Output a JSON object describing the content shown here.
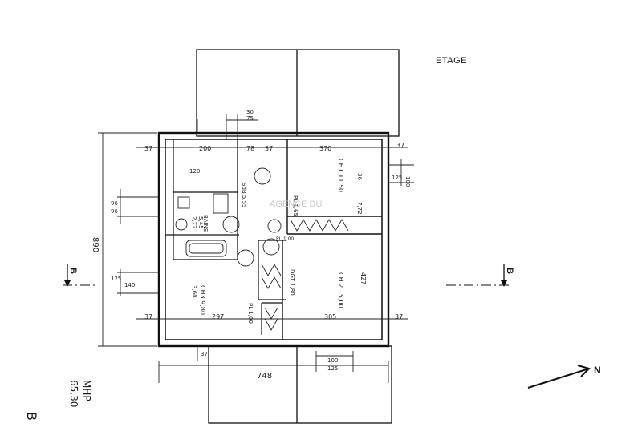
{
  "page": {
    "title": "ETAGE",
    "watermark": "AGENCE DU",
    "handwritten_note": [
      "MHP",
      "65,30",
      "B"
    ]
  },
  "dimensions": {
    "top_overall": "30",
    "top_sub": "75",
    "top_left_offset": "37",
    "top_right_offset": "37",
    "top_seg_1": "200",
    "top_seg_2": "78",
    "top_seg_3": "37",
    "top_seg_4": "370",
    "left_height": "890",
    "left_small_1": "96",
    "left_small_2": "96",
    "left_small_3": "125",
    "left_small_4": "140",
    "left_small_5": "120",
    "bottom_overall": "748",
    "bottom_seg_1": "297",
    "bottom_seg_2": "305",
    "bottom_left_offset": "37",
    "bottom_right_offset": "37",
    "bottom_low_offset": "37",
    "window_1": "100",
    "window_2": "125",
    "right_1": "125",
    "right_2": "100",
    "right_3": "36"
  },
  "rooms": {
    "ch1_label": "CH1 11,50",
    "ch2_label": "CH 2 15,00",
    "ch3_label": "CH3 9,80",
    "bath_label": "SdB 5,55",
    "bath_area": "2,72",
    "wc_label": "BAINS",
    "wc_area": "5,45",
    "dgt_label": "DGT 1,80",
    "pl_1": "PL 1,65",
    "pl_2": "PL 1,00",
    "pl_3": "PL 1,00",
    "ch2_dim": "427",
    "ch3_dim": "3,60",
    "side_dim": "7,72"
  },
  "section_markers": {
    "left": "B",
    "right": "B"
  },
  "north_arrow": "N"
}
